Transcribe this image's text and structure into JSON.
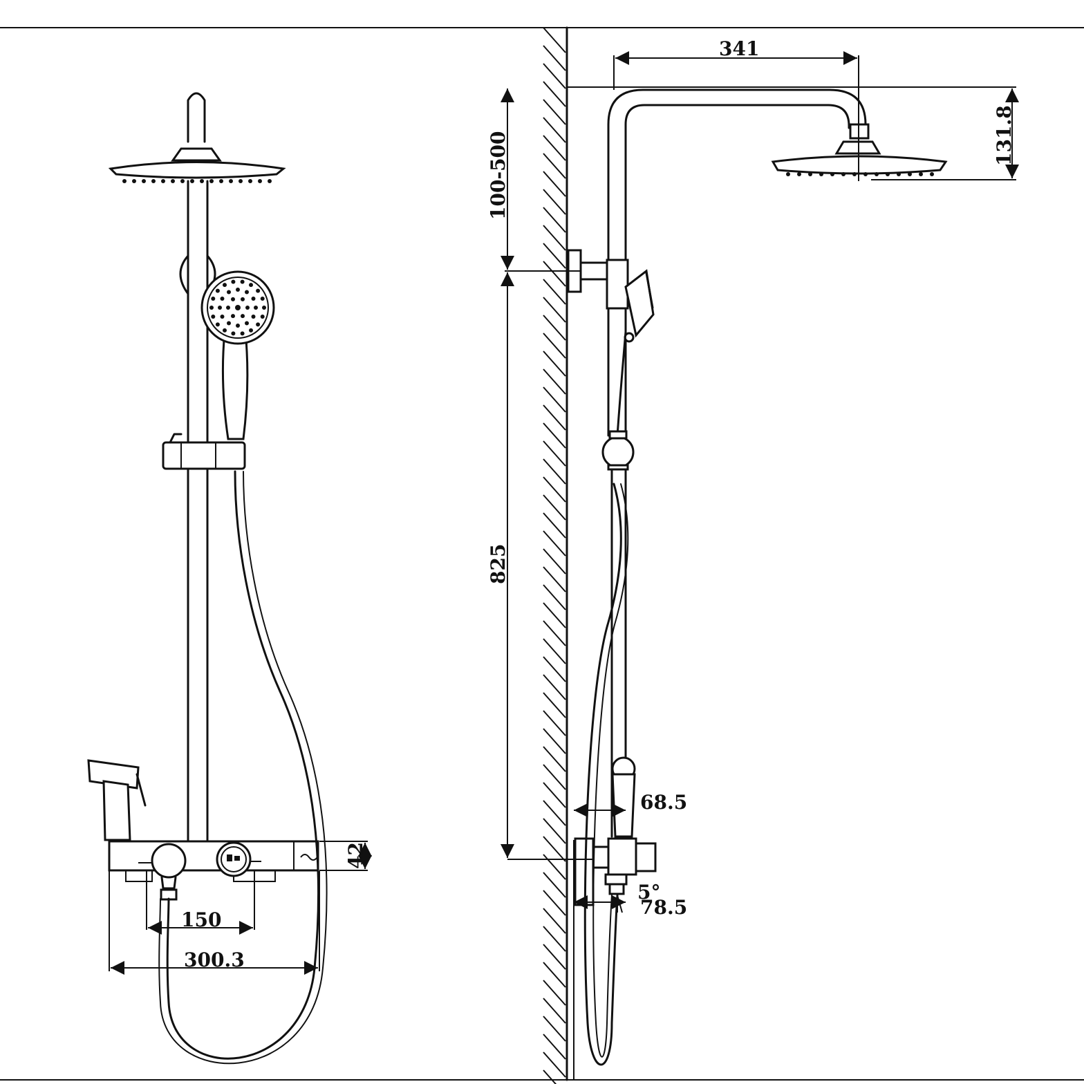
{
  "dimensions": {
    "bar_width": "341",
    "head_drop": "131.8",
    "arm_offset": "100-500",
    "rail_length": "825",
    "valve_top_offset": "68.5",
    "valve_bottom_offset": "78.5",
    "tilt_angle": "5°",
    "shelf_height": "42",
    "handle_spacing": "150",
    "shelf_width": "300.3"
  }
}
